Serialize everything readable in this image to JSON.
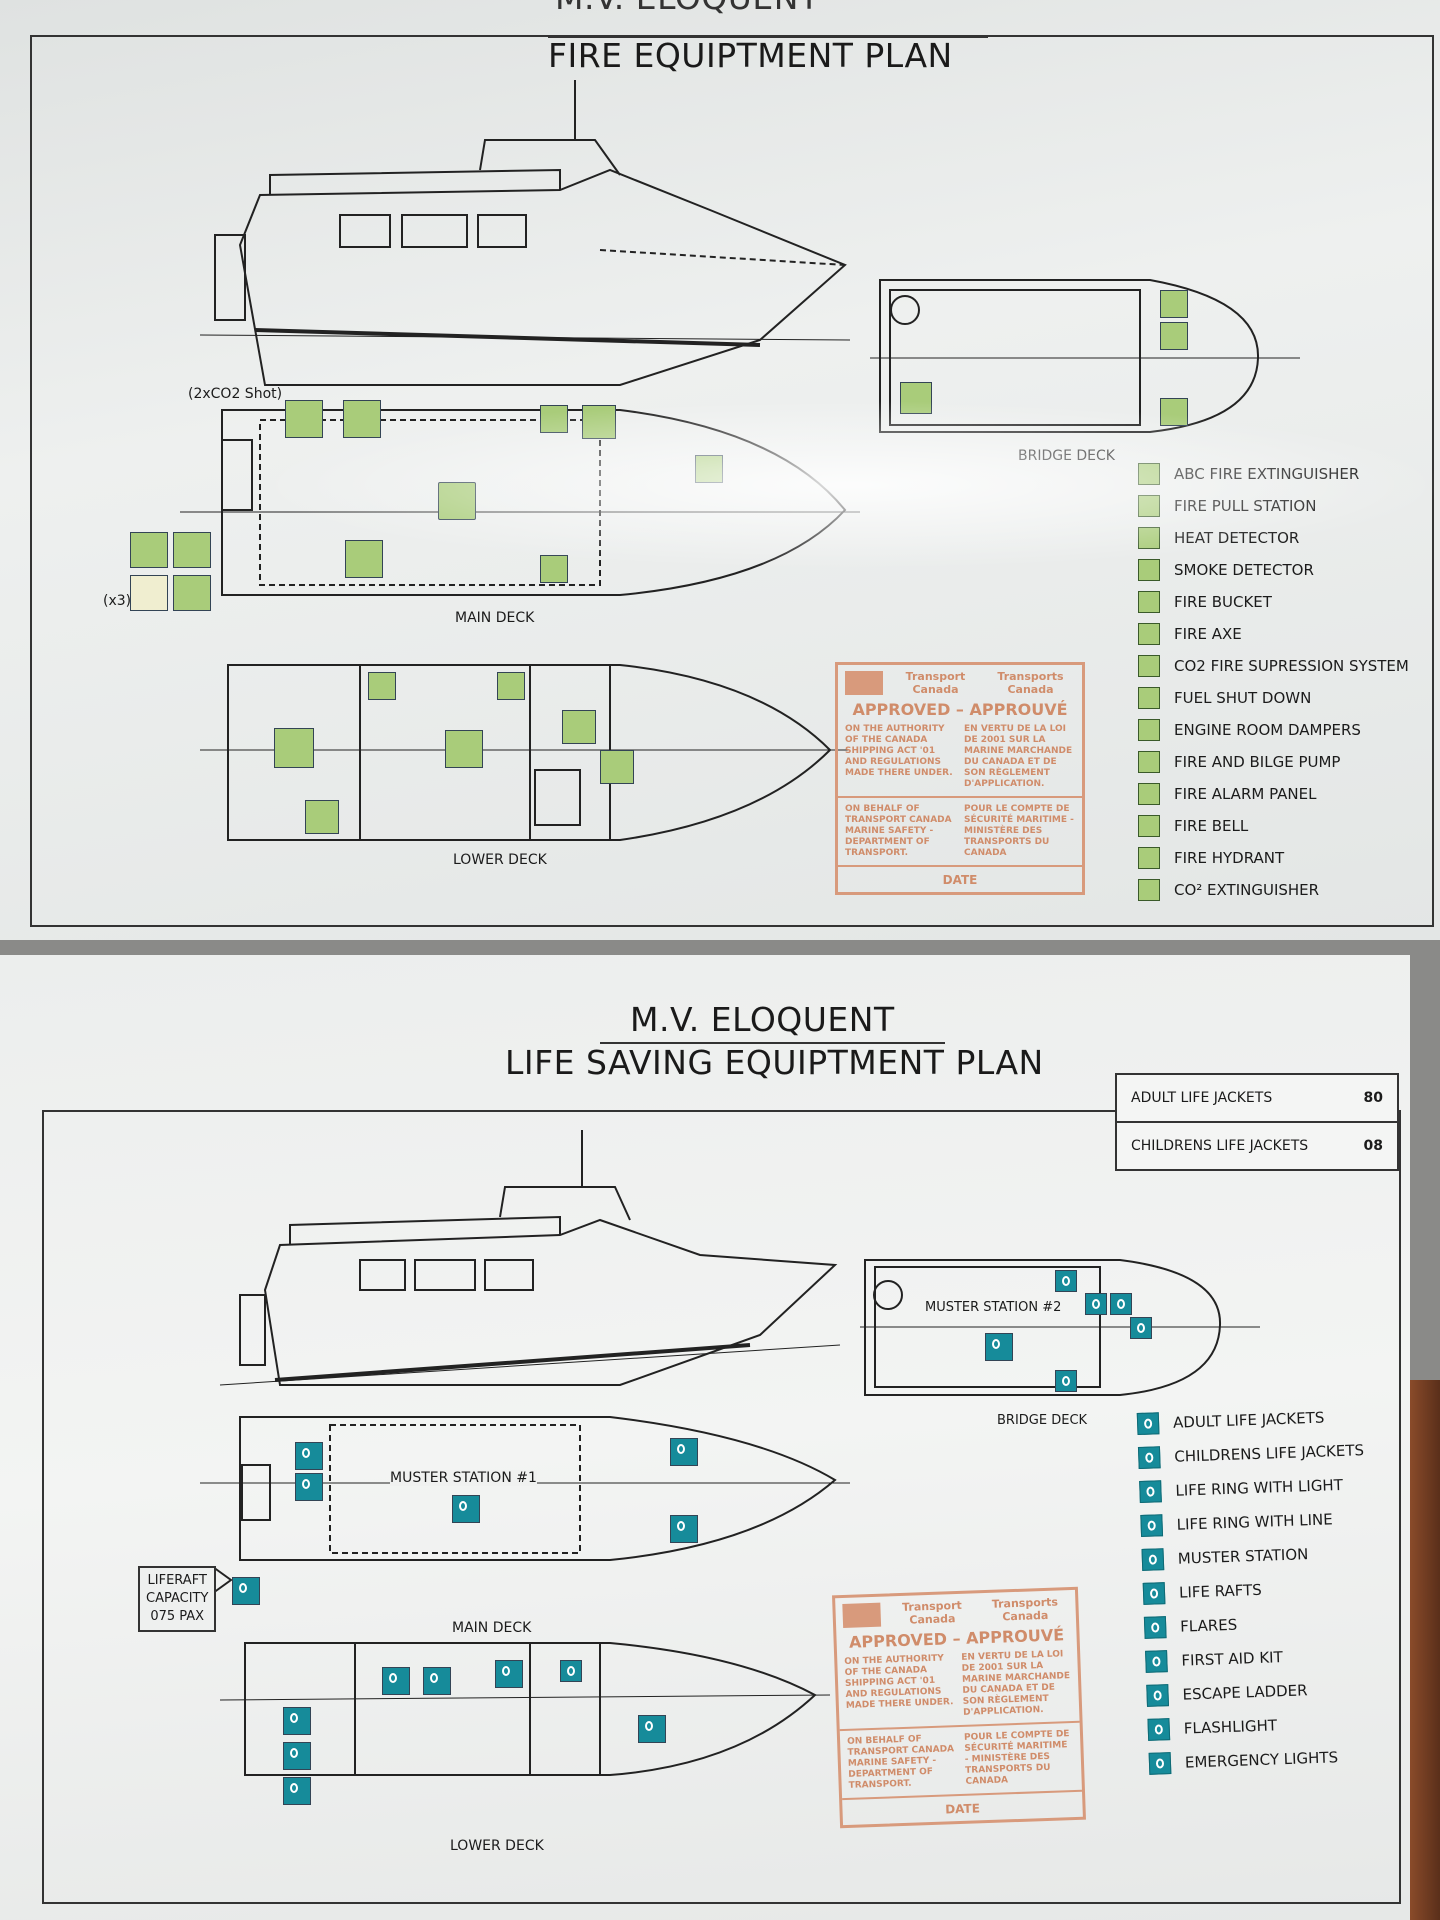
{
  "fire_plan": {
    "vessel_name": "M.V. ELOQUENT",
    "title": "FIRE EQUIPTMENT PLAN",
    "co2_note": "(2xCO2 Shot)",
    "multiplier_note": "(x3)",
    "deck_labels": {
      "bridge": "BRIDGE DECK",
      "main": "MAIN DECK",
      "lower": "LOWER DECK"
    },
    "legend": [
      "ABC FIRE EXTINGUISHER",
      "FIRE PULL STATION",
      "HEAT DETECTOR",
      "SMOKE DETECTOR",
      "FIRE BUCKET",
      "FIRE AXE",
      "CO2 FIRE SUPRESSION SYSTEM",
      "FUEL SHUT DOWN",
      "ENGINE ROOM DAMPERS",
      "FIRE AND BILGE PUMP",
      "FIRE ALARM PANEL",
      "FIRE BELL",
      "FIRE HYDRANT",
      "CO² EXTINGUISHER"
    ],
    "icon_color": "#a9cc7a"
  },
  "stamp": {
    "agency_en": "Transport Canada",
    "agency_fr": "Transports Canada",
    "approved": "APPROVED – APPROUVÉ",
    "authority_en": "ON THE AUTHORITY OF THE CANADA SHIPPING ACT '01 AND REGULATIONS MADE THERE UNDER.",
    "authority_fr": "EN VERTU DE LA LOI DE 2001 SUR LA MARINE MARCHANDE DU CANADA ET DE SON RÈGLEMENT D'APPLICATION.",
    "behalf_en": "ON BEHALF OF TRANSPORT CANADA MARINE SAFETY - DEPARTMENT OF TRANSPORT.",
    "behalf_fr": "POUR LE COMPTE DE SÉCURITÉ MARITIME - MINISTÈRE DES TRANSPORTS DU CANADA",
    "date_label": "DATE",
    "color": "#d08c6a"
  },
  "life_plan": {
    "vessel_name": "M.V. ELOQUENT",
    "title": "LIFE SAVING EQUIPTMENT PLAN",
    "counts": [
      {
        "label": "ADULT LIFE JACKETS",
        "value": "80"
      },
      {
        "label": "CHILDRENS LIFE JACKETS",
        "value": "08"
      }
    ],
    "muster_station_1": "MUSTER STATION #1",
    "muster_station_2": "MUSTER STATION #2",
    "liferaft_callout": [
      "LIFERAFT",
      "CAPACITY",
      "075 PAX"
    ],
    "deck_labels": {
      "bridge": "BRIDGE DECK",
      "main": "MAIN DECK",
      "lower": "LOWER DECK"
    },
    "legend": [
      "ADULT LIFE JACKETS",
      "CHILDRENS LIFE JACKETS",
      "LIFE RING WITH LIGHT",
      "LIFE RING WITH LINE",
      "MUSTER STATION",
      "LIFE RAFTS",
      "FLARES",
      "FIRST AID KIT",
      "ESCAPE LADDER",
      "FLASHLIGHT",
      "EMERGENCY LIGHTS"
    ],
    "icon_color": "#168b9a"
  }
}
